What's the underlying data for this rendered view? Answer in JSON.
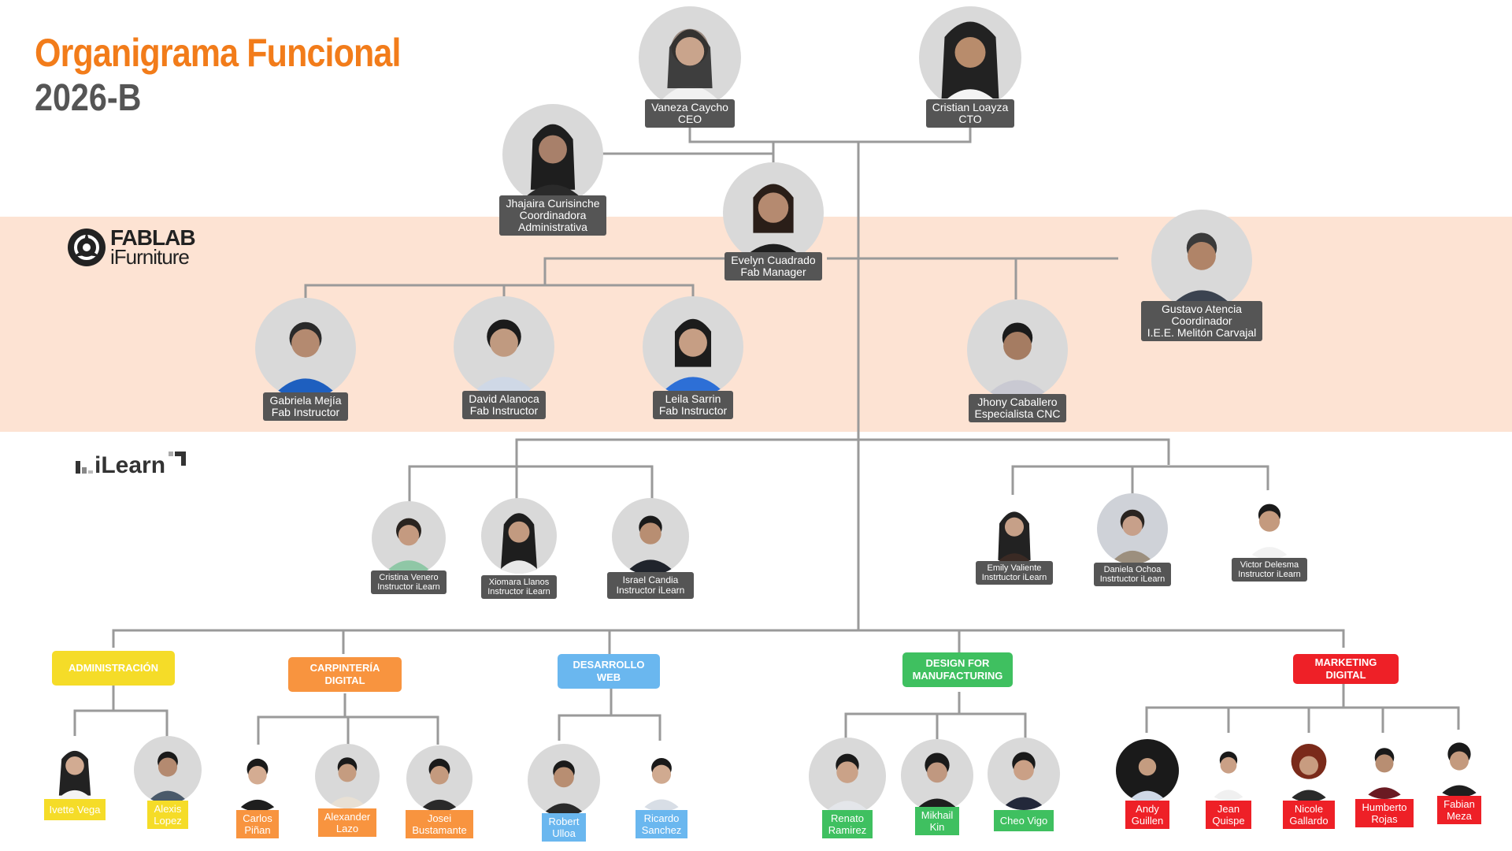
{
  "title": {
    "line1": "Organigrama Funcional",
    "line2": "2026-B"
  },
  "logos": {
    "fablab": {
      "line1": "FABLAB",
      "line2": "iFurniture"
    },
    "ilearn": {
      "text": "iLearn"
    }
  },
  "colors": {
    "band": "#fde3d3",
    "label_dark": "#555555",
    "administracion": "#f5dc28",
    "carpinteria": "#f8943f",
    "desarrollo": "#6ab7ef",
    "design": "#3fc060",
    "marketing": "#ee2027",
    "lines": "#9a9a9a"
  },
  "leadership": [
    {
      "name": "Vaneza Caycho",
      "role": "CEO"
    },
    {
      "name": "Cristian Loayza",
      "role": "CTO"
    },
    {
      "name": "Jhajaira Curisinche",
      "role": "Coordinadora",
      "role2": "Administrativa"
    },
    {
      "name": "Evelyn Cuadrado",
      "role": "Fab Manager"
    }
  ],
  "fablab_team": [
    {
      "name": "Gabriela Mejía",
      "role": "Fab Instructor"
    },
    {
      "name": "David Alanoca",
      "role": "Fab Instructor"
    },
    {
      "name": "Leila Sarrin",
      "role": "Fab Instructor"
    },
    {
      "name": "Jhony Caballero",
      "role": "Especialista CNC"
    },
    {
      "name": "Gustavo Atencia",
      "role": "Coordinador",
      "role2": "I.E.E. Melitón Carvajal"
    }
  ],
  "ilearn_team": [
    {
      "name": "Cristina Venero",
      "role": "Instructor iLearn"
    },
    {
      "name": "Xiomara Llanos",
      "role": "Instructor iLearn"
    },
    {
      "name": "Israel Candia",
      "role": "Instructor iLearn"
    },
    {
      "name": "Emily Valiente",
      "role": "Instrtuctor iLearn"
    },
    {
      "name": "Daniela Ochoa",
      "role": "Instrtuctor iLearn"
    },
    {
      "name": "Victor Delesma",
      "role": "Instructor iLearn"
    }
  ],
  "departments": [
    {
      "label": "ADMINISTRACIÓN"
    },
    {
      "label": "CARPINTERÍA\nDIGITAL"
    },
    {
      "label": "DESARROLLO\nWEB"
    },
    {
      "label": "DESIGN FOR\nMANUFACTURING"
    },
    {
      "label": "MARKETING\nDIGITAL"
    }
  ],
  "members": [
    {
      "line1": "Ivette Vega",
      "line2": ""
    },
    {
      "line1": "Alexis",
      "line2": "Lopez"
    },
    {
      "line1": "Carlos",
      "line2": "Piñan"
    },
    {
      "line1": "Alexander",
      "line2": "Lazo"
    },
    {
      "line1": "Josei",
      "line2": "Bustamante"
    },
    {
      "line1": "Robert",
      "line2": "Ulloa"
    },
    {
      "line1": "Ricardo",
      "line2": "Sanchez"
    },
    {
      "line1": "Renato",
      "line2": "Ramirez"
    },
    {
      "line1": "Mikhail",
      "line2": "Kin"
    },
    {
      "line1": "Cheo Vigo",
      "line2": ""
    },
    {
      "line1": "Andy",
      "line2": "Guillen"
    },
    {
      "line1": "Jean",
      "line2": "Quispe"
    },
    {
      "line1": "Nicole",
      "line2": "Gallardo"
    },
    {
      "line1": "Humberto",
      "line2": "Rojas"
    },
    {
      "line1": "Fabian",
      "line2": "Meza"
    }
  ]
}
